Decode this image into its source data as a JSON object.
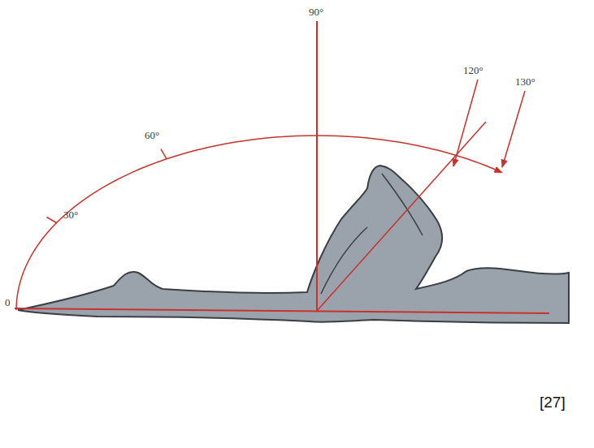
{
  "diagram": {
    "labels": [
      "0",
      "30°",
      "60°",
      "90°",
      "120°",
      "130°",
      "[27]"
    ]
  }
}
